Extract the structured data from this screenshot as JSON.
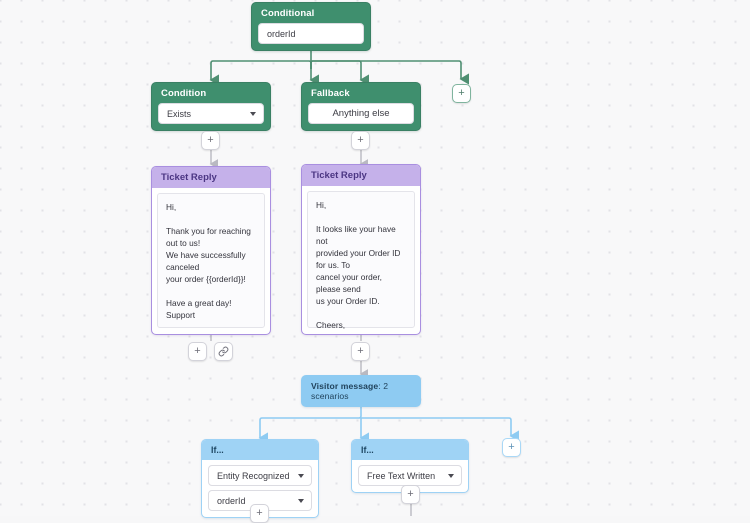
{
  "canvas": {
    "background_color": "#f8f8f9",
    "grid_dot_color": "#e2e2e6"
  },
  "palette": {
    "green": "#3f8f6e",
    "purple_header": "#c5b1ea",
    "purple_border": "#a98fe0",
    "blue_header": "#9fd3f5",
    "blue_pill": "#8ecbf2",
    "grey_connector": "#b9b9c1"
  },
  "nodes": {
    "conditional": {
      "title": "Conditional",
      "value": "orderId"
    },
    "condition": {
      "title": "Condition",
      "value": "Exists"
    },
    "fallback": {
      "title": "Fallback",
      "value": "Anything else"
    },
    "ticket_reply_left": {
      "title": "Ticket Reply",
      "message": "Hi,\n\nThank you for reaching out to us!\nWe have successfully canceled\nyour order {{orderId}}!\n\nHave a great day!\nSupport\n\n(This is Test email: success on\nfirst try)"
    },
    "ticket_reply_right": {
      "title": "Ticket Reply",
      "message": "Hi,\n\nIt looks like your have not\nprovided your Order ID for us. To\ncancel your order, please send\nus your Order ID.\n\nCheers,\nSupport"
    },
    "visitor_message": {
      "label_bold": "Visitor message",
      "label_rest": ": 2 scenarios"
    },
    "if_left": {
      "title": "If...",
      "value_1": "Entity Recognized",
      "value_2": "orderId"
    },
    "if_right": {
      "title": "If...",
      "value_1": "Free Text Written"
    }
  },
  "buttons": {
    "plus": "+",
    "add_branch_conditional": "+",
    "add_branch_visitor": "+",
    "link_icon_name": "link-icon"
  }
}
